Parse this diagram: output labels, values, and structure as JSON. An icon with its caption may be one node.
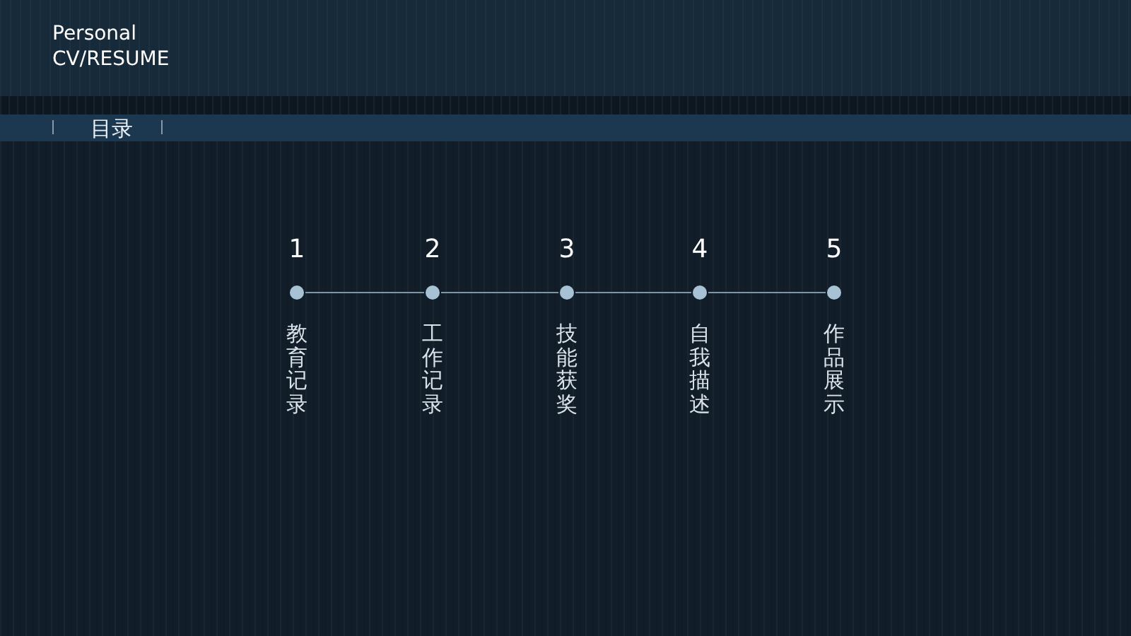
{
  "diagram": {
    "title": "Personal CV/RESUME",
    "nodes": [
      {
        "text": [],
        "shape": "circle",
        "beside": [
          "1",
          "教育记录"
        ]
      },
      {
        "text": [],
        "shape": "circle",
        "beside": [
          "2",
          "工作记录"
        ]
      },
      {
        "text": [],
        "shape": "circle",
        "beside": [
          "3",
          "技能获奖"
        ]
      },
      {
        "text": [],
        "shape": "circle",
        "beside": [
          "4",
          "自我描述"
        ]
      },
      {
        "text": [],
        "shape": "circle",
        "beside": [
          "5",
          "作品展示"
        ]
      }
    ],
    "edges": [
      {
        "from": 0,
        "to": 1,
        "arrow": "none"
      },
      {
        "from": 1,
        "to": 2,
        "arrow": "none"
      },
      {
        "from": 2,
        "to": 3,
        "arrow": "none"
      },
      {
        "from": 3,
        "to": 4,
        "arrow": "none"
      }
    ],
    "labels": [
      "目录"
    ]
  }
}
